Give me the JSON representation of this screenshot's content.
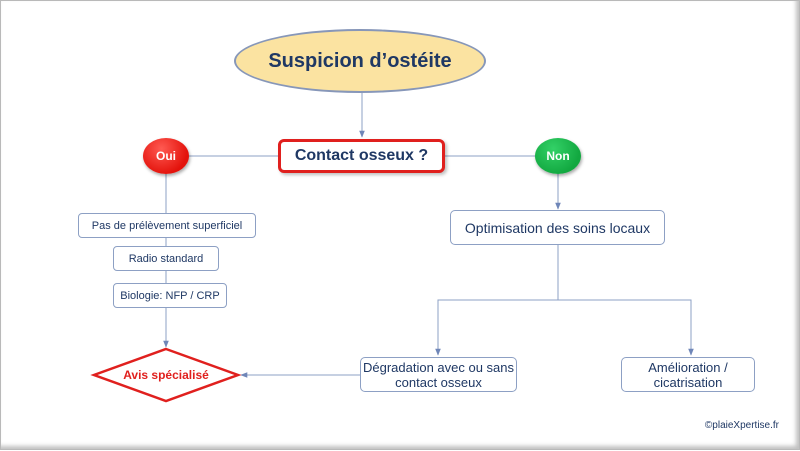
{
  "diagram": {
    "start": "Suspicion d’ostéite",
    "question": "Contact osseux ?",
    "yes": "Oui",
    "no": "Non",
    "yes_steps": [
      "Pas de prélèvement superficiel",
      "Radio standard",
      "Biologie: NFP / CRP"
    ],
    "outcome": "Avis spécialisé",
    "no_step": "Optimisation des soins locaux",
    "no_outcomes": {
      "degradation": "Dégradation avec ou sans contact osseux",
      "improvement": "Amélioration  / cicatrisation"
    }
  },
  "footer": {
    "copyright": "©plaieXpertise.fr"
  },
  "colors": {
    "start_fill": "#fbe3a1",
    "red": "#e0201e",
    "green": "#12a840",
    "text": "#1f3864",
    "connector": "#8da0c4"
  }
}
